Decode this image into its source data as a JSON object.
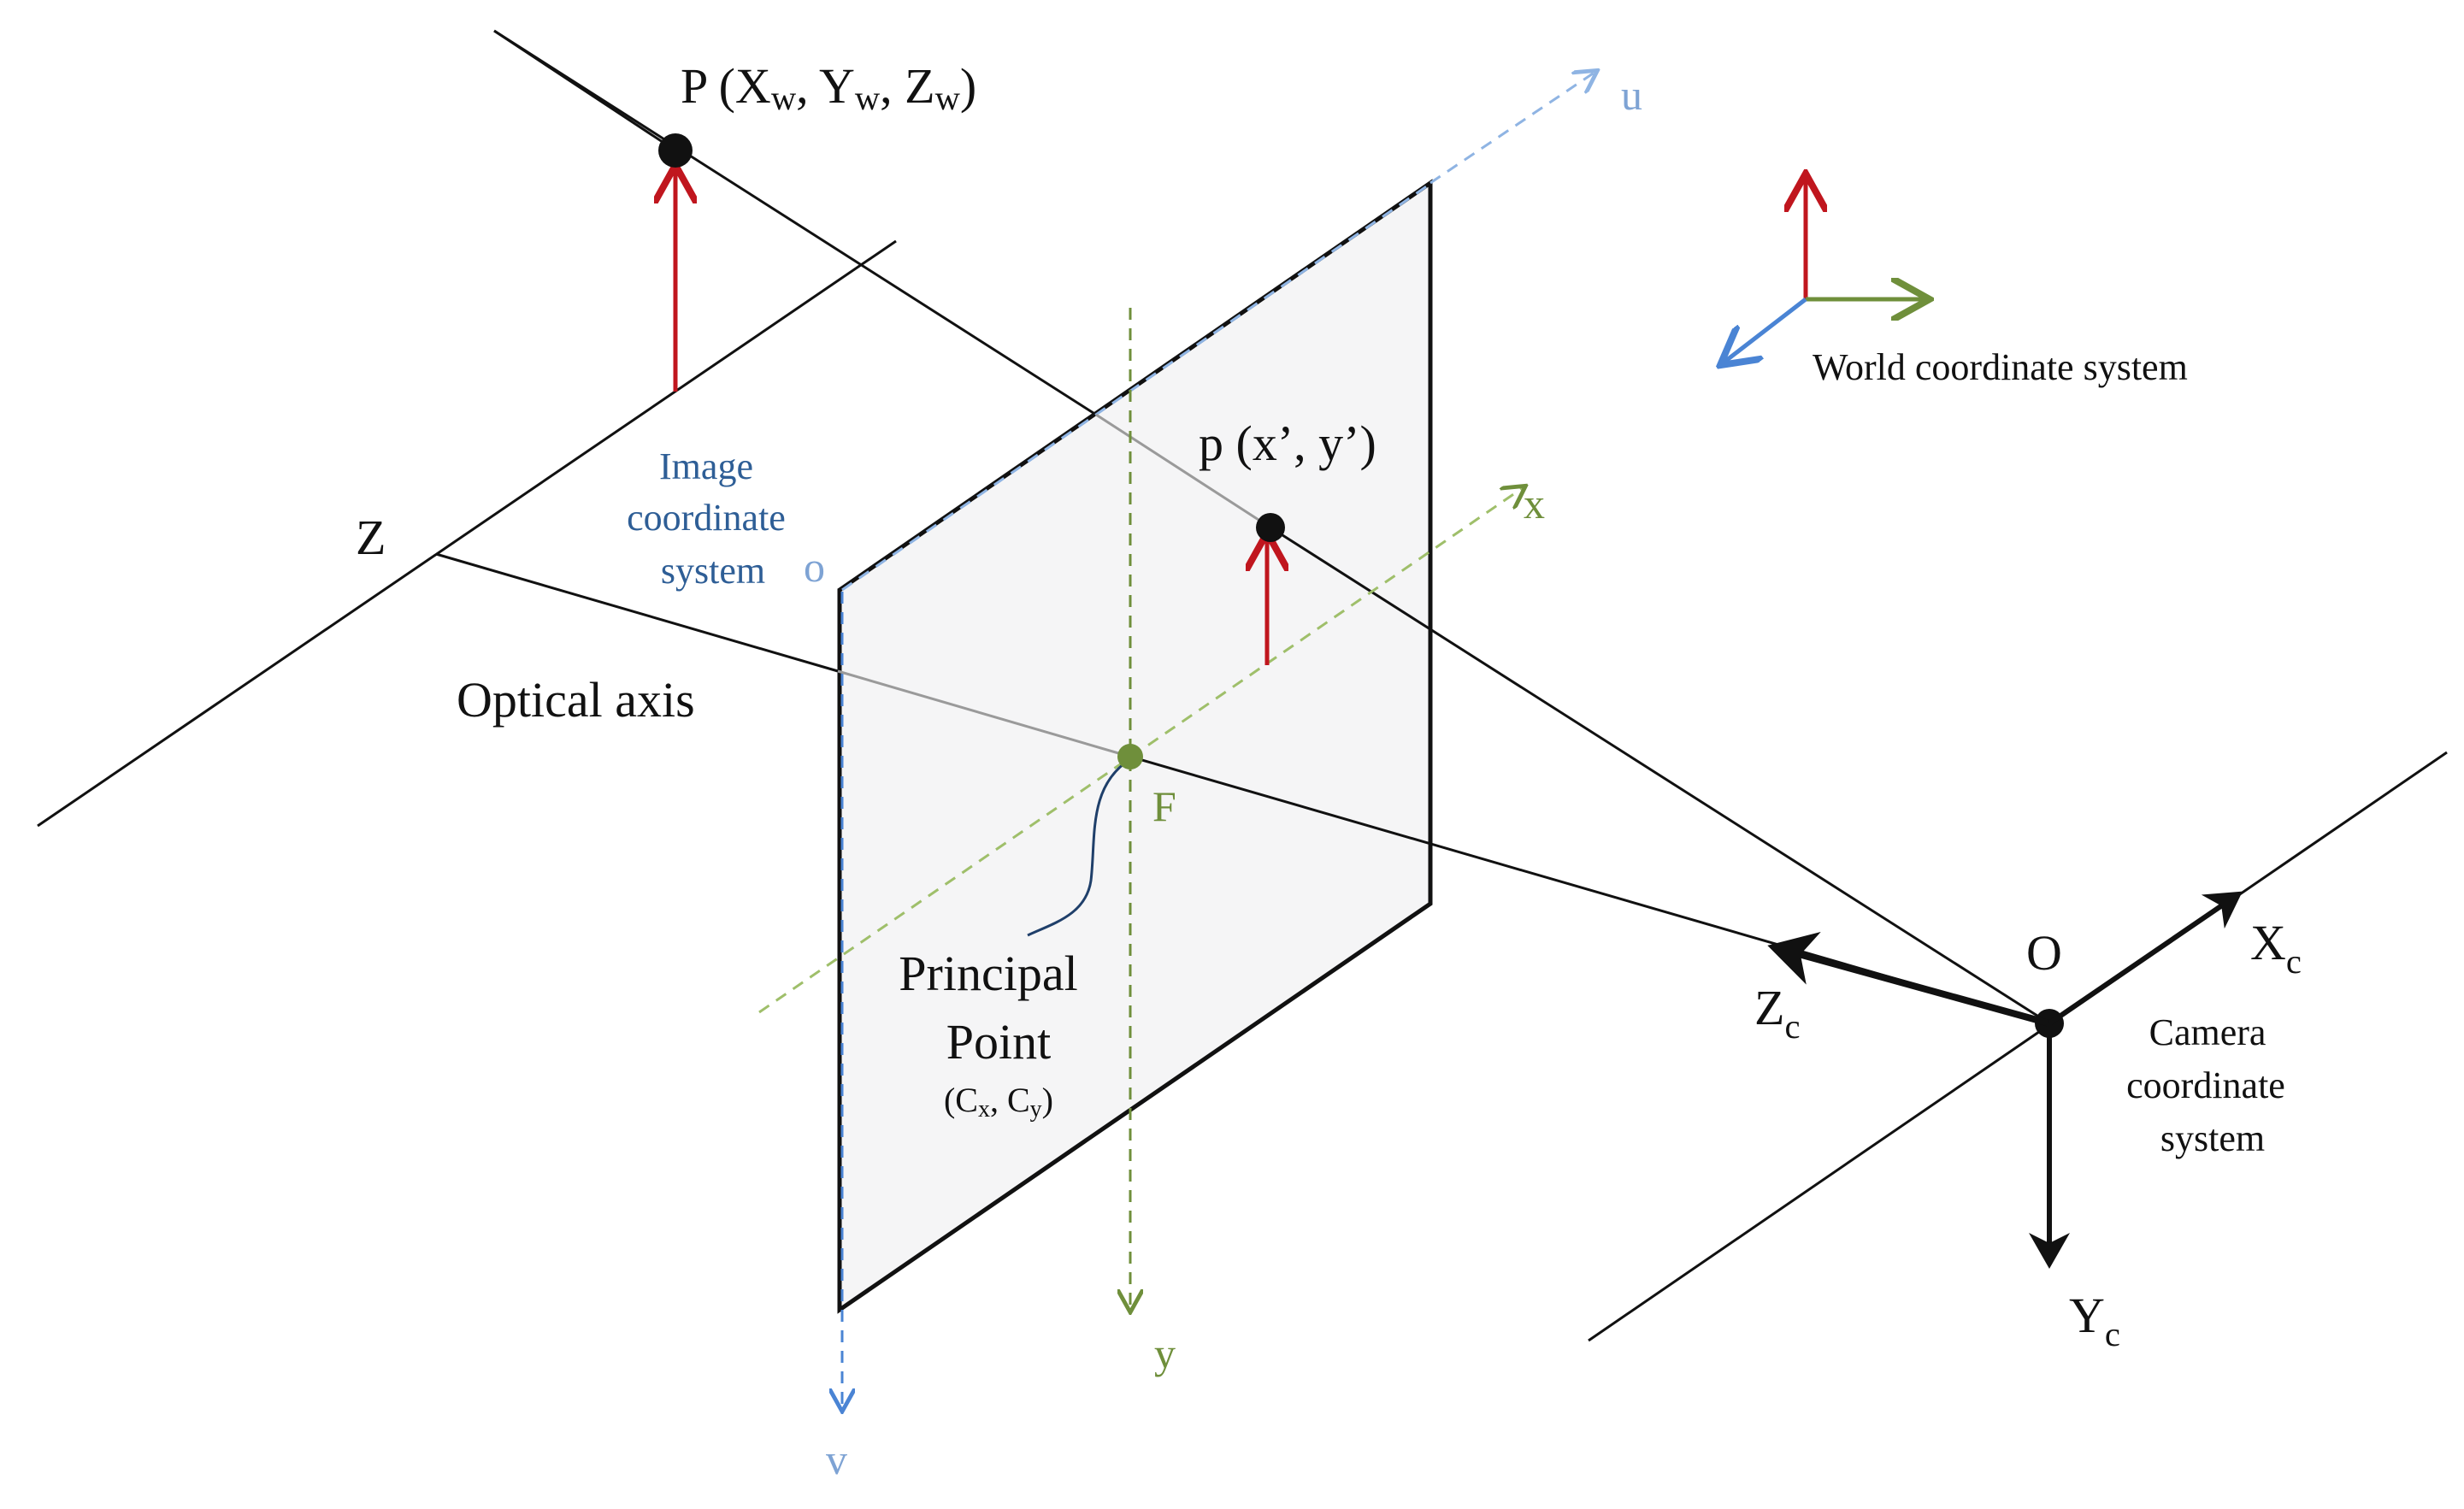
{
  "colors": {
    "black": "#111111",
    "red": "#c0161e",
    "green": "#6f8f3b",
    "light_green": "#9fbf6a",
    "blue": "#4a84d4",
    "light_blue": "#8fb4e3",
    "dark_blue": "#1f3f6a",
    "plane_fill": "#f5f5f6"
  },
  "labels": {
    "world_point": {
      "main": "P (X",
      "sub1": "w",
      "sep1": ", Y",
      "sub2": "w",
      "sep2": ", Z",
      "sub3": "w",
      "end": ")"
    },
    "image_point": "p (x’,  y’)",
    "z_axis": "Z",
    "optical_axis": "Optical axis",
    "image_coord_system": [
      "Image",
      "coordinate",
      "system"
    ],
    "origin_o": "o",
    "axis_u": "u",
    "axis_v": "v",
    "axis_x": "x",
    "axis_y": "y",
    "focal_point": "F",
    "principal_point": [
      "Principal",
      "Point"
    ],
    "principal_coords": {
      "open": "(C",
      "sub1": "x",
      "sep": ", C",
      "sub2": "y",
      "close": ")"
    },
    "world_coord_system": "World coordinate system",
    "camera_origin": "O",
    "camera_zc": {
      "main": "Z",
      "sub": "c"
    },
    "camera_xc": {
      "main": "X",
      "sub": "c"
    },
    "camera_yc": {
      "main": "Y",
      "sub": "c"
    },
    "camera_coord_system": [
      "Camera",
      "coordinate",
      "system"
    ]
  }
}
